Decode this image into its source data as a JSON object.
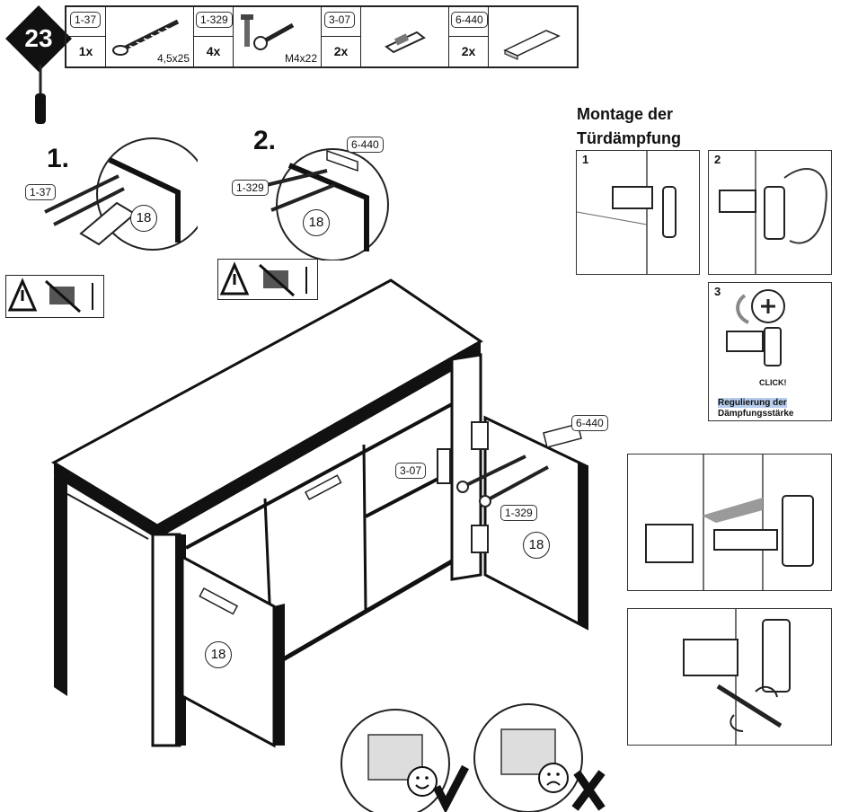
{
  "step": {
    "number": "23"
  },
  "parts": [
    {
      "code": "1-37",
      "qty": "1x",
      "size": "4,5x25",
      "icon": "screw-icon"
    },
    {
      "code": "1-329",
      "qty": "4x",
      "size": "M4x22",
      "icon": "bolt-icon"
    },
    {
      "code": "3-07",
      "qty": "2x",
      "size": "",
      "icon": "hinge-plate-icon"
    },
    {
      "code": "6-440",
      "qty": "2x",
      "size": "",
      "icon": "handle-icon"
    }
  ],
  "substeps": {
    "one": "1.",
    "two": "2."
  },
  "callouts": {
    "screw_1_37": "1-37",
    "bolt_1_329": "1-329",
    "handle_6_440": "6-440",
    "panel_18": "18",
    "plate_3_07": "3-07"
  },
  "damping": {
    "title_line1": "Montage der",
    "title_line2": "Türdämpfung",
    "panel_numbers": [
      "1",
      "2",
      "3"
    ],
    "click_text": "CLICK!",
    "regulation_line1": "Regulierung der",
    "regulation_line2": "Dämpfungsstärke"
  },
  "colors": {
    "line": "#222222",
    "arrow_grey": "#9a9a9a",
    "highlight": "#b7cdec"
  }
}
